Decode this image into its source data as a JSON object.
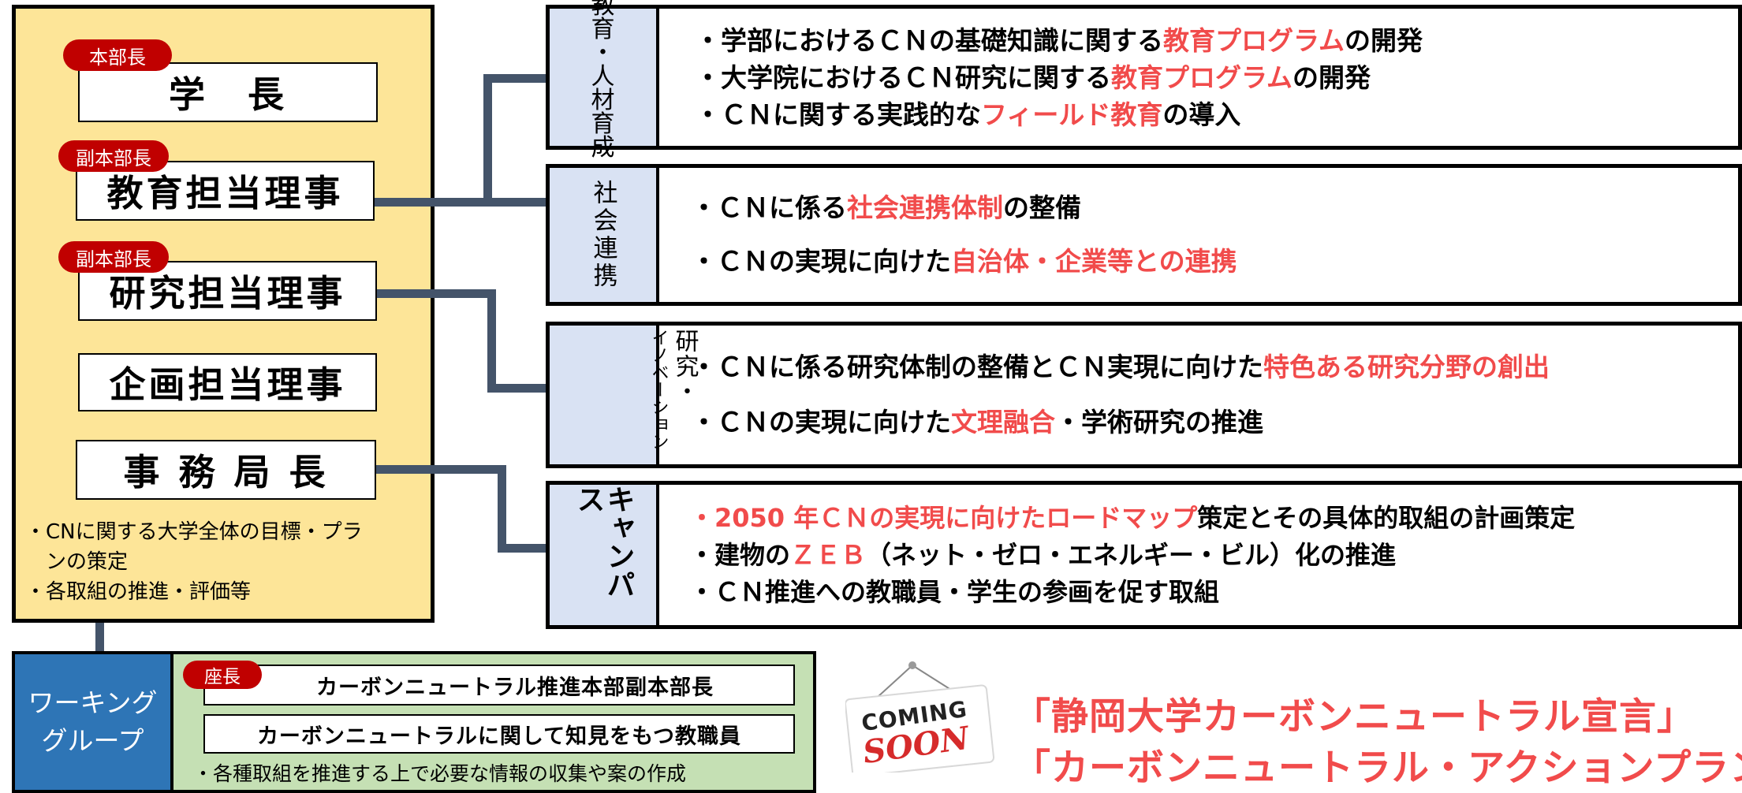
{
  "hq": {
    "roles": [
      {
        "badge": "本部長",
        "title": "学　長"
      },
      {
        "badge": "副本部長",
        "title": "教育担当理事"
      },
      {
        "badge": "副本部長",
        "title": "研究担当理事"
      },
      {
        "badge": "",
        "title": "企画担当理事"
      },
      {
        "badge": "",
        "title": "事 務 局 長"
      }
    ],
    "notes": [
      "・CNに関する大学全体の目標・プラ",
      "ンの策定",
      "・各取組の推進・評価等"
    ]
  },
  "categories": [
    {
      "label": "教育・人材育成",
      "label_lines": [
        "教",
        "育",
        "・",
        "人",
        "材",
        "育",
        "成"
      ],
      "items": [
        {
          "pre": "・学部におけるＣＮの基礎知識に関する",
          "red": "教育プログラム",
          "post": "の開発"
        },
        {
          "pre": "・大学院におけるＣＮ研究に関する",
          "red": "教育プログラム",
          "post": "の開発"
        },
        {
          "pre": "・ＣＮに関する実践的な",
          "red": "フィールド教育",
          "post": "の導入"
        }
      ]
    },
    {
      "label": "社会連携",
      "items": [
        {
          "pre": "・ＣＮに係る",
          "red": "社会連携体制",
          "post": "の整備"
        },
        {
          "pre": "・ＣＮの実現に向けた",
          "red": "自治体・企業等との連携",
          "post": ""
        }
      ]
    },
    {
      "label": "研究・イノベーション",
      "label_col1": "研究・",
      "label_col2": "イノベーション",
      "items": [
        {
          "pre": "・ＣＮに係る研究体制の整備とＣＮ実現に向けた",
          "red": "特色ある研究分野の創出",
          "post": ""
        },
        {
          "pre": "・ＣＮの実現に向けた",
          "red": "文理融合",
          "post": "・学術研究の推進"
        }
      ]
    },
    {
      "label": "キャンパス",
      "items": [
        {
          "pre": "",
          "red": "・2050 年ＣＮの実現に向けたロードマップ",
          "post": "策定とその具体的取組の計画策定"
        },
        {
          "pre": "・建物の",
          "red": "ＺＥＢ",
          "post": "（ネット・ゼロ・エネルギー・ビル）化の推進"
        },
        {
          "pre": "・ＣＮ推進への教職員・学生の参画を促す取組",
          "red": "",
          "post": ""
        }
      ]
    }
  ],
  "working_group": {
    "label_lines": [
      "ワーキング",
      "グループ"
    ],
    "chair_badge": "座長",
    "members": [
      "カーボンニュートラル推進本部副本部長",
      "カーボンニュートラルに関して知見をもつ教職員"
    ],
    "note": "・各種取組を推進する上で必要な情報の収集や案の作成"
  },
  "coming_soon": {
    "line1": "COMING",
    "line2": "SOON"
  },
  "announcements": [
    "「静岡大学カーボンニュートラル宣言」",
    "「カーボンニュートラル・アクションプラン」"
  ],
  "colors": {
    "accent_red": "#f14b4b",
    "badge_red": "#c00000",
    "hq_yellow": "#fde598",
    "category_blue": "#d9e2f3",
    "wg_blue": "#2e75b6",
    "wg_green": "#c5e0b4",
    "connector": "#44546a"
  }
}
